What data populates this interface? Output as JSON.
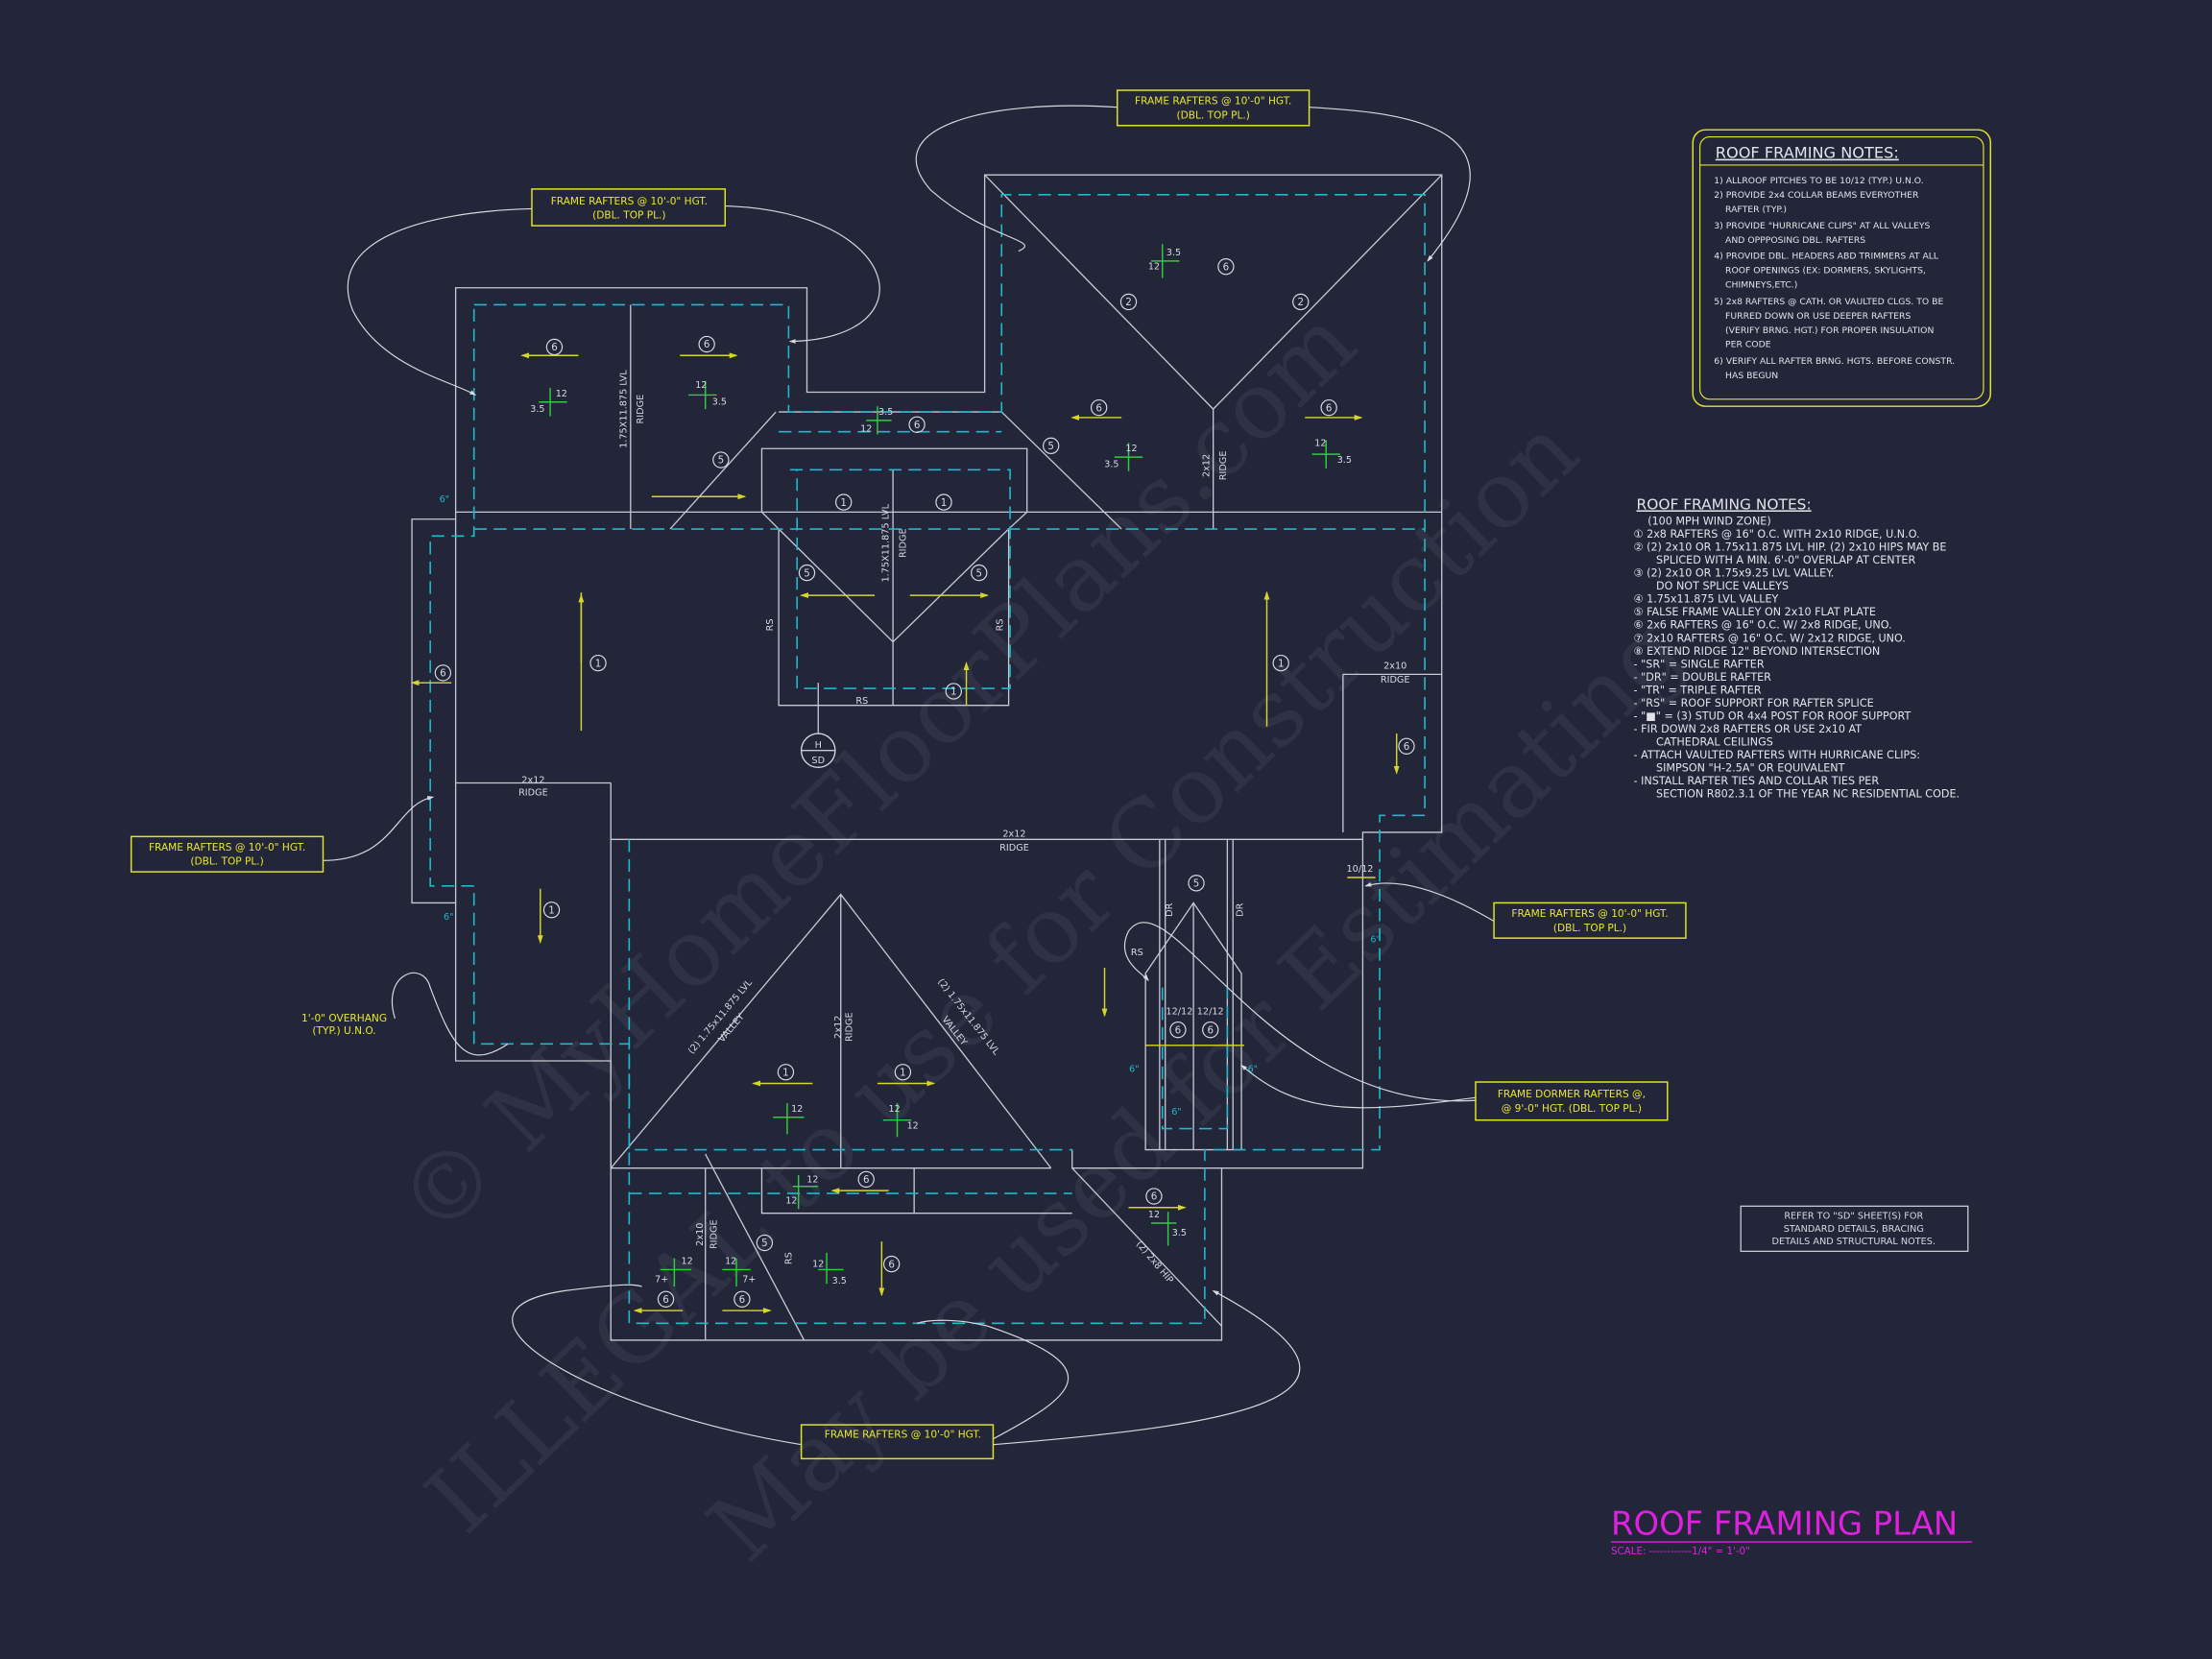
{
  "sheet": {
    "title": "ROOF FRAMING PLAN",
    "scale": "SCALE: ------------1/4\" = 1'-0\""
  },
  "watermark": {
    "line1": "© MyHomeFloorPlans.com",
    "line2": "ILLEGAL to use for Construction",
    "line3": "May be used for Estimating"
  },
  "callouts": {
    "frame_rafters": "FRAME RAFTERS @ 10'-0\" HGT.",
    "dbl_top": "(DBL. TOP PL.)",
    "dormer_1": "FRAME DORMER RAFTERS @,",
    "dormer_2": "@ 9'-0\" HGT. (DBL. TOP PL.)",
    "overhang_1": "1'-0\" OVERHANG",
    "overhang_2": "(TYP.) U.N.O."
  },
  "plan": {
    "lvl_ridge": "1.75X11.875 LVL",
    "ridge": "RIDGE",
    "r2x12": "2x12",
    "r2x10": "2x10",
    "rs": "RS",
    "dr": "DR",
    "pitch_10_12": "10/12",
    "pitch_12_12": "12/12",
    "valley_1": "(2) 1.75x11.875 LVL",
    "valley_2": "VALLEY",
    "hip": "(2) 2x8 HIP",
    "six_in": "6\"",
    "section_h": "H",
    "section_sd": "SD",
    "run": "12",
    "rise": "3.5",
    "rise_plus": "7+",
    "markers": {
      "1": "1",
      "2": "2",
      "5": "5",
      "6": "6"
    }
  },
  "notes_box": {
    "title": "ROOF FRAMING NOTES:",
    "lines": [
      "1) ALLROOF PITCHES TO BE  10/12 (TYP.) U.N.O.",
      "2) PROVIDE 2x4 COLLAR BEAMS EVERYOTHER",
      "RAFTER (TYP.)",
      "3) PROVIDE \"HURRICANE CLIPS\" AT ALL VALLEYS",
      "AND OPPPOSING DBL. RAFTERS",
      "4) PROVIDE DBL. HEADERS ABD TRIMMERS AT ALL",
      "ROOF OPENINGS (EX: DORMERS, SKYLIGHTS,",
      "CHIMNEYS,ETC.)",
      "5) 2x8 RAFTERS @ CATH. OR VAULTED CLGS. TO BE",
      "FURRED DOWN OR USE DEEPER RAFTERS",
      "(VERIFY BRNG. HGT.) FOR PROPER INSULATION",
      "PER CODE",
      "6) VERIFY ALL RAFTER BRNG. HGTS. BEFORE CONSTR.",
      "HAS BEGUN"
    ]
  },
  "notes_list": {
    "title": "ROOF FRAMING NOTES:",
    "lines": [
      "(100 MPH WIND ZONE)",
      "① 2x8 RAFTERS @ 16\" O.C. WITH 2x10 RIDGE, U.N.O.",
      "② (2) 2x10 OR 1.75x11.875 LVL HIP. (2) 2x10 HIPS MAY BE",
      "SPLICED WITH A MIN. 6'-0\" OVERLAP AT CENTER",
      "③ (2) 2x10 OR 1.75x9.25 LVL VALLEY.",
      "DO NOT SPLICE VALLEYS",
      "④ 1.75x11.875 LVL VALLEY",
      "⑤ FALSE FRAME VALLEY ON 2x10 FLAT PLATE",
      "⑥ 2x6 RAFTERS @ 16\" O.C. W/ 2x8 RIDGE, UNO.",
      "⑦ 2x10 RAFTERS @ 16\" O.C. W/ 2x12 RIDGE, UNO.",
      "⑧ EXTEND RIDGE 12\" BEYOND INTERSECTION",
      "-  \"SR\" = SINGLE RAFTER",
      "-  \"DR\" = DOUBLE RAFTER",
      "-  \"TR\" = TRIPLE RAFTER",
      "-  \"RS\" = ROOF SUPPORT FOR RAFTER SPLICE",
      "-  \"■\"  = (3) STUD OR 4x4 POST FOR ROOF SUPPORT",
      "-  FIR DOWN 2x8 RAFTERS OR USE 2x10 AT",
      "CATHEDRAL CEILINGS",
      "-  ATTACH VAULTED RAFTERS WITH HURRICANE CLIPS:",
      "SIMPSON \"H-2.5A\" OR EQUIVALENT",
      "-  INSTALL RAFTER TIES AND COLLAR TIES PER",
      "SECTION R802.3.1 OF THE YEAR NC RESIDENTIAL CODE."
    ]
  },
  "refer_note": {
    "lines": [
      "REFER TO \"SD\"  SHEET(S) FOR",
      "STANDARD DETAILS, BRACING",
      "DETAILS AND STRUCTURAL NOTES."
    ]
  },
  "colors": {
    "background": "#232639",
    "lines": "#c6c8d4",
    "eave_dashed": "#1fb8cc",
    "callouts": "#e8e82e",
    "pitch": "#2ecc40",
    "title": "#e020e0"
  }
}
